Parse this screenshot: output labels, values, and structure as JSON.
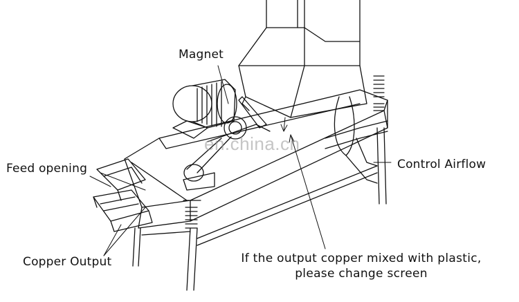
{
  "labels": {
    "magnet": "Magnet",
    "feed_opening": "Feed opening",
    "control_airflow": "Control Airflow",
    "copper_output": "Copper Output",
    "note_line1": "If the output copper mixed with plastic,",
    "note_line2": "please change screen"
  },
  "watermark": "en.china.cn",
  "colors": {
    "line": "#111111",
    "background": "#ffffff",
    "watermark": "#969696"
  }
}
